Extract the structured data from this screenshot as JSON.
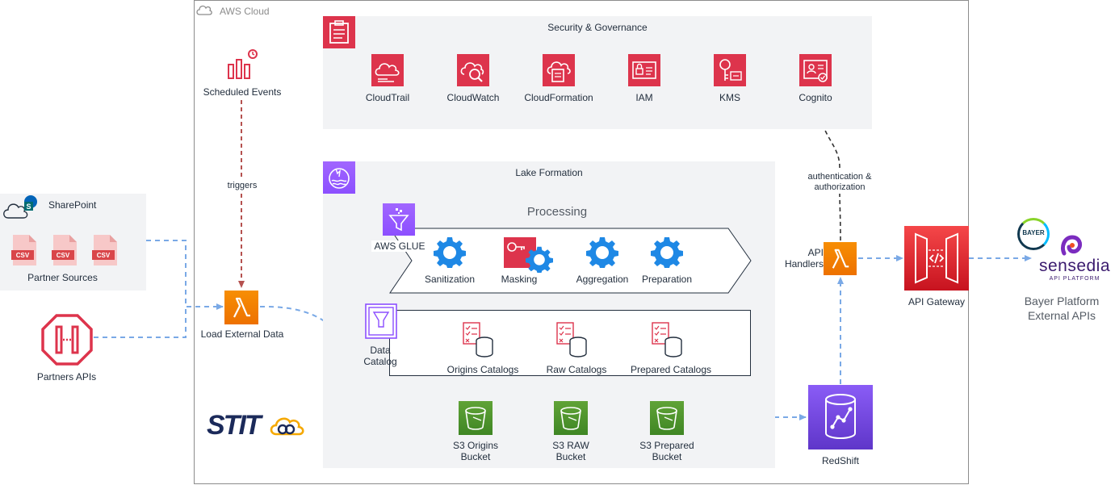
{
  "aws_cloud": {
    "label": "AWS Cloud"
  },
  "scheduled_events": {
    "label": "Scheduled Events"
  },
  "triggers_label": "triggers",
  "load_external": {
    "label": "Load External Data"
  },
  "sharepoint": {
    "title": "SharePoint",
    "files": [
      "CSV",
      "CSV",
      "CSV"
    ],
    "caption": "Partner Sources"
  },
  "partners_apis": {
    "label": "Partners APIs"
  },
  "security": {
    "title": "Security & Governance",
    "services": [
      "CloudTrail",
      "CloudWatch",
      "CloudFormation",
      "IAM",
      "KMS",
      "Cognito"
    ]
  },
  "lake_formation": {
    "title": "Lake Formation"
  },
  "processing": {
    "title": "Processing",
    "glue_label": "AWS GLUE",
    "steps": [
      "Sanitization",
      "Masking",
      "Aggregation",
      "Preparation"
    ]
  },
  "data_catalog": {
    "label_line1": "Data",
    "label_line2": "Catalog",
    "catalogs": [
      "Origins Catalogs",
      "Raw Catalogs",
      "Prepared Catalogs"
    ]
  },
  "buckets": [
    {
      "line1": "S3 Origins",
      "line2": "Bucket"
    },
    {
      "line1": "S3 RAW",
      "line2": "Bucket"
    },
    {
      "line1": "S3 Prepared",
      "line2": "Bucket"
    }
  ],
  "redshift": {
    "label": "RedShift"
  },
  "api_handlers": {
    "line1": "API",
    "line2": "Handlers"
  },
  "auth": {
    "line1": "authentication &",
    "line2": "authorization"
  },
  "api_gateway": {
    "label": "API Gateway"
  },
  "stit_logo": {
    "text": "STIT"
  },
  "bayer_logo": {
    "text": "BAYER"
  },
  "sensedia": {
    "name": "sensedia",
    "tagline": "API PLATFORM"
  },
  "external": {
    "line1": "Bayer Platform",
    "line2": "External APIs"
  },
  "colors": {
    "security_red": "#dd344c",
    "lambda_orange": "#ed7100",
    "lake_purple": "#8c4fff",
    "s3_green": "#3f8624",
    "arrow_blue": "#7aa9e6",
    "gear_blue": "#1e88e5"
  }
}
